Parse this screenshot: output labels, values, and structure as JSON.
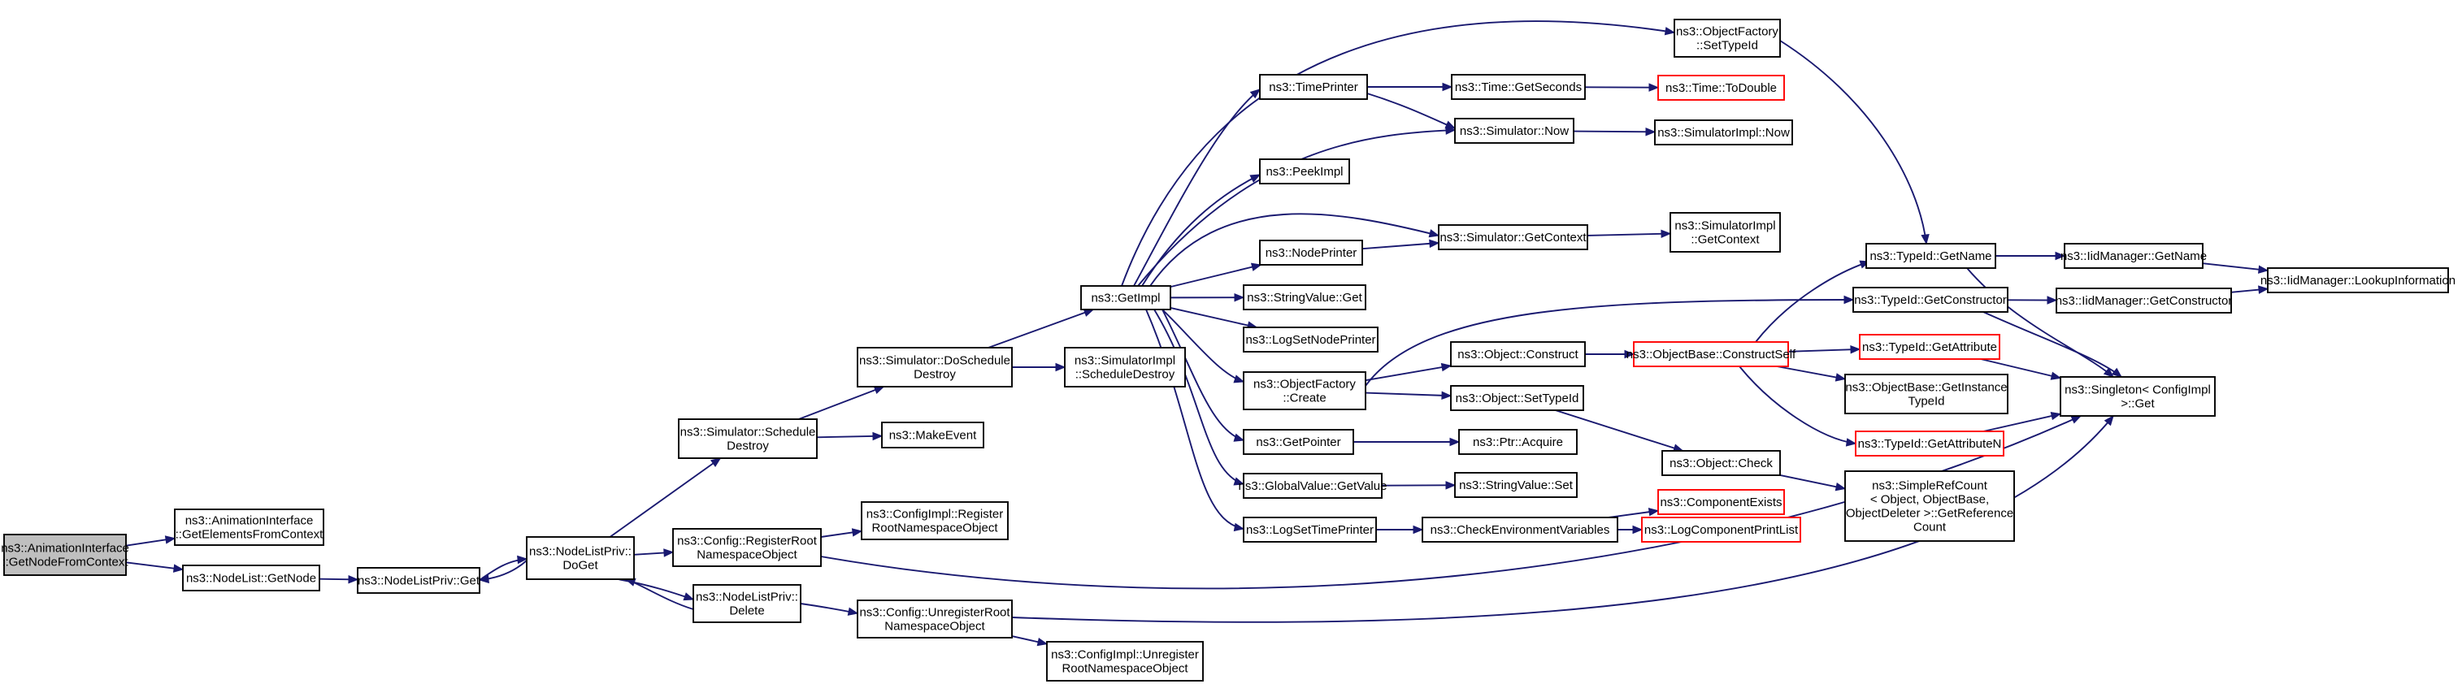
{
  "colors": {
    "edge": "#191970",
    "root_fill": "#bfbfbf",
    "node_border": "#000000",
    "truncated_border": "#ff0000"
  },
  "nodes": [
    {
      "id": "n0",
      "lines": [
        "ns3::AnimationInterface",
        "::GetNodeFromContext"
      ],
      "root": true
    },
    {
      "id": "n1",
      "lines": [
        "ns3::AnimationInterface",
        "::GetElementsFromContext"
      ]
    },
    {
      "id": "n2",
      "lines": [
        "ns3::NodeList::GetNode"
      ]
    },
    {
      "id": "n3",
      "lines": [
        "ns3::NodeListPriv::Get"
      ]
    },
    {
      "id": "n4",
      "lines": [
        "ns3::NodeListPriv::",
        "DoGet"
      ]
    },
    {
      "id": "n5",
      "lines": [
        "ns3::Simulator::Schedule",
        "Destroy"
      ]
    },
    {
      "id": "n6",
      "lines": [
        "ns3::Config::RegisterRoot",
        "NamespaceObject"
      ]
    },
    {
      "id": "n7",
      "lines": [
        "ns3::NodeListPriv::",
        "Delete"
      ]
    },
    {
      "id": "n8",
      "lines": [
        "ns3::Simulator::DoSchedule",
        "Destroy"
      ]
    },
    {
      "id": "n9",
      "lines": [
        "ns3::MakeEvent"
      ]
    },
    {
      "id": "n10",
      "lines": [
        "ns3::ConfigImpl::Register",
        "RootNamespaceObject"
      ]
    },
    {
      "id": "n11",
      "lines": [
        "ns3::Config::UnregisterRoot",
        "NamespaceObject"
      ]
    },
    {
      "id": "n12",
      "lines": [
        "ns3::ConfigImpl::Unregister",
        "RootNamespaceObject"
      ]
    },
    {
      "id": "n13",
      "lines": [
        "ns3::GetImpl"
      ]
    },
    {
      "id": "n14",
      "lines": [
        "ns3::SimulatorImpl",
        "::ScheduleDestroy"
      ]
    },
    {
      "id": "n15",
      "lines": [
        "ns3::TimePrinter"
      ]
    },
    {
      "id": "n16",
      "lines": [
        "ns3::PeekImpl"
      ]
    },
    {
      "id": "n17",
      "lines": [
        "ns3::NodePrinter"
      ]
    },
    {
      "id": "n18",
      "lines": [
        "ns3::StringValue::Get"
      ]
    },
    {
      "id": "n19",
      "lines": [
        "ns3::LogSetNodePrinter"
      ]
    },
    {
      "id": "n20",
      "lines": [
        "ns3::ObjectFactory",
        "::Create"
      ]
    },
    {
      "id": "n21",
      "lines": [
        "ns3::GetPointer"
      ]
    },
    {
      "id": "n22",
      "lines": [
        "ns3::GlobalValue::GetValue"
      ]
    },
    {
      "id": "n23",
      "lines": [
        "ns3::LogSetTimePrinter"
      ]
    },
    {
      "id": "n24",
      "lines": [
        "ns3::ObjectFactory",
        "::SetTypeId"
      ]
    },
    {
      "id": "n25",
      "lines": [
        "ns3::Time::GetSeconds"
      ]
    },
    {
      "id": "n26",
      "lines": [
        "ns3::Time::ToDouble"
      ],
      "truncated": true
    },
    {
      "id": "n27",
      "lines": [
        "ns3::Simulator::Now"
      ]
    },
    {
      "id": "n28",
      "lines": [
        "ns3::SimulatorImpl::Now"
      ]
    },
    {
      "id": "n29",
      "lines": [
        "ns3::Simulator::GetContext"
      ]
    },
    {
      "id": "n30",
      "lines": [
        "ns3::SimulatorImpl",
        "::GetContext"
      ]
    },
    {
      "id": "n31",
      "lines": [
        "ns3::Object::Construct"
      ]
    },
    {
      "id": "n32",
      "lines": [
        "ns3::Object::SetTypeId"
      ]
    },
    {
      "id": "n33",
      "lines": [
        "ns3::Ptr::Acquire"
      ]
    },
    {
      "id": "n34",
      "lines": [
        "ns3::StringValue::Set"
      ]
    },
    {
      "id": "n35",
      "lines": [
        "ns3::CheckEnvironmentVariables"
      ]
    },
    {
      "id": "n36",
      "lines": [
        "ns3::ObjectBase::ConstructSelf"
      ],
      "truncated": true
    },
    {
      "id": "n37",
      "lines": [
        "ns3::Object::Check"
      ]
    },
    {
      "id": "n38",
      "lines": [
        "ns3::ComponentExists"
      ],
      "truncated": true
    },
    {
      "id": "n39",
      "lines": [
        "ns3::LogComponentPrintList"
      ],
      "truncated": true
    },
    {
      "id": "n40",
      "lines": [
        "ns3::TypeId::GetName"
      ]
    },
    {
      "id": "n41",
      "lines": [
        "ns3::TypeId::GetConstructor"
      ]
    },
    {
      "id": "n42",
      "lines": [
        "ns3::TypeId::GetAttribute"
      ],
      "truncated": true
    },
    {
      "id": "n43",
      "lines": [
        "ns3::ObjectBase::GetInstance",
        "TypeId"
      ]
    },
    {
      "id": "n44",
      "lines": [
        "ns3::TypeId::GetAttributeN"
      ],
      "truncated": true
    },
    {
      "id": "n45",
      "lines": [
        "ns3::SimpleRefCount",
        "< Object, ObjectBase,",
        "ObjectDeleter >::GetReference",
        "Count"
      ]
    },
    {
      "id": "n46",
      "lines": [
        "ns3::IidManager::GetName"
      ]
    },
    {
      "id": "n47",
      "lines": [
        "ns3::IidManager::GetConstructor"
      ]
    },
    {
      "id": "n48",
      "lines": [
        "ns3::Singleton< ConfigImpl",
        ">::Get"
      ]
    },
    {
      "id": "n49",
      "lines": [
        "ns3::IidManager::LookupInformation"
      ]
    }
  ],
  "edges": [
    [
      "n0",
      "n1"
    ],
    [
      "n0",
      "n2"
    ],
    [
      "n2",
      "n3"
    ],
    [
      "n3",
      "n4"
    ],
    [
      "n4",
      "n3"
    ],
    [
      "n4",
      "n5"
    ],
    [
      "n4",
      "n6"
    ],
    [
      "n4",
      "n7"
    ],
    [
      "n7",
      "n4"
    ],
    [
      "n7",
      "n11"
    ],
    [
      "n5",
      "n8"
    ],
    [
      "n5",
      "n9"
    ],
    [
      "n6",
      "n10"
    ],
    [
      "n6",
      "n48"
    ],
    [
      "n11",
      "n12"
    ],
    [
      "n11",
      "n48"
    ],
    [
      "n8",
      "n13"
    ],
    [
      "n8",
      "n14"
    ],
    [
      "n13",
      "n15"
    ],
    [
      "n13",
      "n16"
    ],
    [
      "n13",
      "n17"
    ],
    [
      "n13",
      "n18"
    ],
    [
      "n13",
      "n19"
    ],
    [
      "n13",
      "n20"
    ],
    [
      "n13",
      "n21"
    ],
    [
      "n13",
      "n22"
    ],
    [
      "n13",
      "n23"
    ],
    [
      "n13",
      "n24"
    ],
    [
      "n13",
      "n29"
    ],
    [
      "n13",
      "n27"
    ],
    [
      "n15",
      "n25"
    ],
    [
      "n15",
      "n27"
    ],
    [
      "n25",
      "n26"
    ],
    [
      "n27",
      "n28"
    ],
    [
      "n17",
      "n29"
    ],
    [
      "n29",
      "n30"
    ],
    [
      "n20",
      "n31"
    ],
    [
      "n20",
      "n32"
    ],
    [
      "n20",
      "n41"
    ],
    [
      "n21",
      "n33"
    ],
    [
      "n22",
      "n34"
    ],
    [
      "n23",
      "n35"
    ],
    [
      "n24",
      "n40"
    ],
    [
      "n31",
      "n36"
    ],
    [
      "n32",
      "n37"
    ],
    [
      "n35",
      "n38"
    ],
    [
      "n35",
      "n39"
    ],
    [
      "n36",
      "n40"
    ],
    [
      "n36",
      "n42"
    ],
    [
      "n36",
      "n43"
    ],
    [
      "n36",
      "n44"
    ],
    [
      "n37",
      "n45"
    ],
    [
      "n40",
      "n46"
    ],
    [
      "n40",
      "n48"
    ],
    [
      "n41",
      "n47"
    ],
    [
      "n41",
      "n48"
    ],
    [
      "n42",
      "n48"
    ],
    [
      "n44",
      "n48"
    ],
    [
      "n46",
      "n49"
    ],
    [
      "n47",
      "n49"
    ]
  ]
}
